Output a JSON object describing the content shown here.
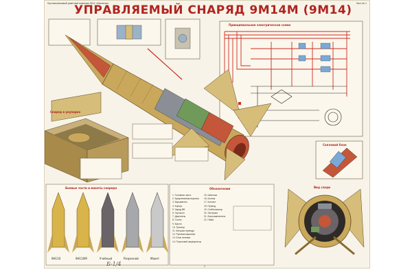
{
  "poster": {
    "title": "УПРАВЛЯЕМЫЙ СНАРЯД 9М14М (9М14)",
    "header_left": "Противотанковый ракетный комплекс 9К11 «Малютка»",
    "header_right": "Лист № 1"
  },
  "sections": {
    "schematic_caption": "Принципиальная электрическая схема",
    "container_caption": "Снаряд в укупорке",
    "warheads_caption": "Боевые части и макеты снаряда",
    "legend_caption": "Обозначения",
    "nozzle_caption": "Сопловой блок",
    "rear_view_caption": "Вид сзади"
  },
  "legend_items_col1": [
    "1. Головная часть",
    "2. Кумулятивная воронка",
    "3. Взрыватель",
    "4. Корпус",
    "5. Заряд ВВ",
    "6. Гироскоп",
    "7. Двигатель",
    "8. Сопло",
    "9. Крыло",
    "10. Трассер",
    "11. Катушка провода",
    "12. Рулевая машинка",
    "13. Блок питания",
    "14. Пороховой аккумулятор"
  ],
  "legend_items_col2": [
    "15. Шпилька",
    "16. Колпак",
    "17. Контакт",
    "18. Провод",
    "19. Стабилизатор",
    "20. Заглушка",
    "21. Воспламенитель",
    "22. Гайка"
  ],
  "warhead_labels": [
    "9Н110",
    "9Н110М",
    "Учебный",
    "Разрезной",
    "Макет"
  ],
  "colors": {
    "title_red": "#b02420",
    "body_khaki": "#c9a85c",
    "copper": "#c4563a",
    "wing": "#d6bd7a",
    "wire_red": "#cc2a22",
    "steel": "#8a8f96"
  },
  "footer": {
    "signature": "Б-1/4",
    "page_num": "1"
  }
}
